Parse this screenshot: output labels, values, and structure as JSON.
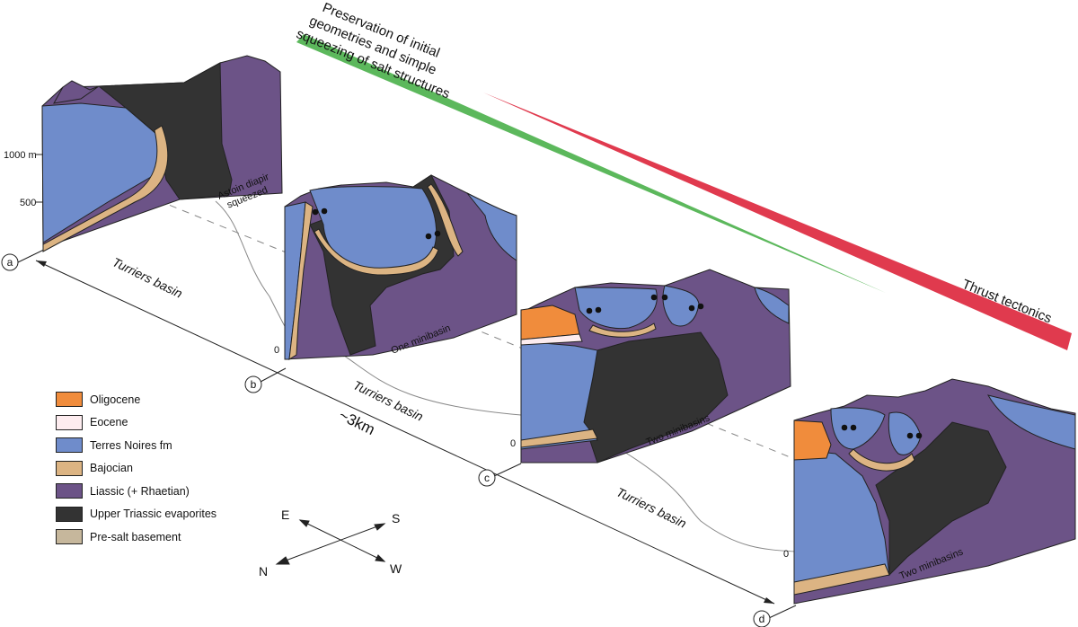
{
  "trend": {
    "preservation_lines": [
      "Preservation of initial",
      "geometries and simple",
      "squeezing of salt structures"
    ],
    "thrust_label": "Thrust tectonics",
    "preservation_color": "#5cb85c",
    "thrust_color": "#e03a4e"
  },
  "sections": {
    "a": {
      "marker": "a",
      "note_lines": [
        "Astoin diapir",
        "squeezed"
      ]
    },
    "b": {
      "marker": "b",
      "note": "One minibasin"
    },
    "c": {
      "marker": "c",
      "note": "Two minibasins"
    },
    "d": {
      "marker": "d",
      "note": "Two minibasins"
    }
  },
  "scale": {
    "tick_1000": "1000 m",
    "tick_500": "500",
    "zero": "0"
  },
  "map_labels": {
    "basin": "Turriers basin",
    "distance": "~3km"
  },
  "compass": {
    "e": "E",
    "s": "S",
    "n": "N",
    "w": "W"
  },
  "legend": [
    {
      "label": "Oligocene",
      "color": "#f08c3c"
    },
    {
      "label": "Eocene",
      "color": "#fdecef"
    },
    {
      "label": "Terres Noires fm",
      "color": "#6f8ccb"
    },
    {
      "label": "Bajocian",
      "color": "#dcb483"
    },
    {
      "label": "Liassic (+ Rhaetian)",
      "color": "#6c5387"
    },
    {
      "label": "Upper Triassic evaporites",
      "color": "#333333"
    },
    {
      "label": "Pre-salt basement",
      "color": "#c6b79c"
    }
  ]
}
